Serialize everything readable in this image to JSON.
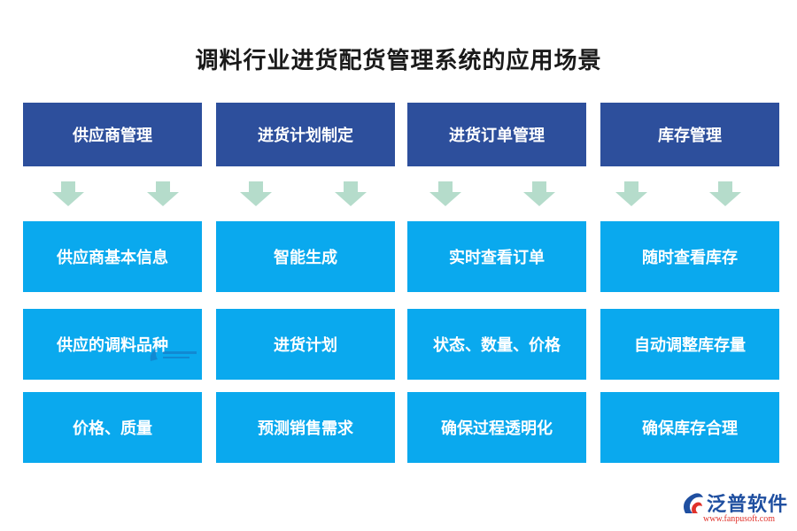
{
  "title": "调料行业进货配货管理系统的应用场景",
  "columns": [
    {
      "header": "供应商管理",
      "items": [
        "供应商基本信息",
        "供应的调料品种",
        "价格、质量"
      ]
    },
    {
      "header": "进货计划制定",
      "items": [
        "智能生成",
        "进货计划",
        "预测销售需求"
      ]
    },
    {
      "header": "进货订单管理",
      "items": [
        "实时查看订单",
        "状态、数量、价格",
        "确保过程透明化"
      ]
    },
    {
      "header": "库存管理",
      "items": [
        "随时查看库存",
        "自动调整库存量",
        "确保库存合理"
      ]
    }
  ],
  "colors": {
    "header_bg": "#2d4f9c",
    "box_bg": "#0aa9ee",
    "arrow": "#b5dccb"
  },
  "logo": {
    "name": "泛普软件",
    "url": "www.fanpusoft.com"
  }
}
